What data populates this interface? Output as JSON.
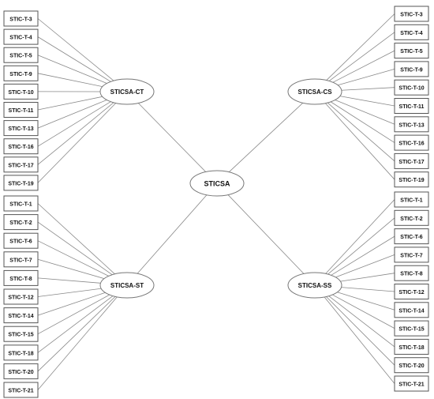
{
  "diagram": {
    "root": {
      "label": "STICSA"
    },
    "factors": {
      "top_left": {
        "label": "STICSA-CT"
      },
      "top_right": {
        "label": "STICSA-CS"
      },
      "bottom_left": {
        "label": "STICSA-ST"
      },
      "bottom_right": {
        "label": "STICSA-SS"
      }
    },
    "items": {
      "top_left": [
        "STIC-T-3",
        "STIC-T-4",
        "STIC-T-5",
        "STIC-T-9",
        "STIC-T-10",
        "STIC-T-11",
        "STIC-T-13",
        "STIC-T-16",
        "STIC-T-17",
        "STIC-T-19"
      ],
      "top_right": [
        "STIC-T-3",
        "STIC-T-4",
        "STIC-T-5",
        "STIC-T-9",
        "STIC-T-10",
        "STIC-T-11",
        "STIC-T-13",
        "STIC-T-16",
        "STIC-T-17",
        "STIC-T-19"
      ],
      "bottom_left": [
        "STIC-T-1",
        "STIC-T-2",
        "STIC-T-6",
        "STIC-T-7",
        "STIC-T-8",
        "STIC-T-12",
        "STIC-T-14",
        "STIC-T-15",
        "STIC-T-18",
        "STIC-T-20",
        "STIC-T-21"
      ],
      "bottom_right": [
        "STIC-T-1",
        "STIC-T-2",
        "STIC-T-6",
        "STIC-T-7",
        "STIC-T-8",
        "STIC-T-12",
        "STIC-T-14",
        "STIC-T-15",
        "STIC-T-18",
        "STIC-T-20",
        "STIC-T-21"
      ]
    }
  }
}
